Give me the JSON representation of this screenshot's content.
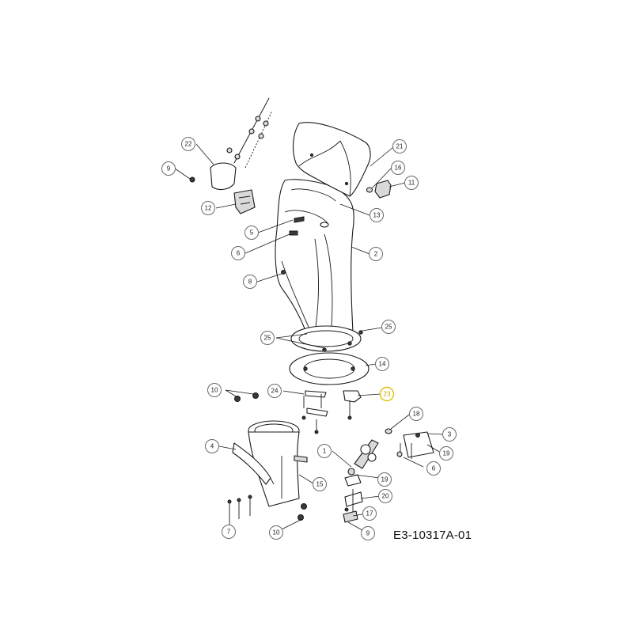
{
  "drawing_code": "E3-10317A-01",
  "callouts": [
    {
      "id": "c22",
      "label": "22",
      "highlight": false
    },
    {
      "id": "c9a",
      "label": "9",
      "highlight": false
    },
    {
      "id": "c12",
      "label": "12",
      "highlight": false
    },
    {
      "id": "c5",
      "label": "5",
      "highlight": false
    },
    {
      "id": "c6a",
      "label": "6",
      "highlight": false
    },
    {
      "id": "c8",
      "label": "8",
      "highlight": false
    },
    {
      "id": "c21",
      "label": "21",
      "highlight": false
    },
    {
      "id": "c16",
      "label": "16",
      "highlight": false
    },
    {
      "id": "c11",
      "label": "11",
      "highlight": false
    },
    {
      "id": "c13",
      "label": "13",
      "highlight": false
    },
    {
      "id": "c2",
      "label": "2",
      "highlight": false
    },
    {
      "id": "c25a",
      "label": "25",
      "highlight": false
    },
    {
      "id": "c25b",
      "label": "25",
      "highlight": false
    },
    {
      "id": "c14",
      "label": "14",
      "highlight": false
    },
    {
      "id": "c10a",
      "label": "10",
      "highlight": false
    },
    {
      "id": "c24",
      "label": "24",
      "highlight": false
    },
    {
      "id": "c23",
      "label": "23",
      "highlight": true
    },
    {
      "id": "c18",
      "label": "18",
      "highlight": false
    },
    {
      "id": "c3",
      "label": "3",
      "highlight": false
    },
    {
      "id": "c19a",
      "label": "19",
      "highlight": false
    },
    {
      "id": "c4",
      "label": "4",
      "highlight": false
    },
    {
      "id": "c1",
      "label": "1",
      "highlight": false
    },
    {
      "id": "c6b",
      "label": "6",
      "highlight": false
    },
    {
      "id": "c19b",
      "label": "19",
      "highlight": false
    },
    {
      "id": "c15",
      "label": "15",
      "highlight": false
    },
    {
      "id": "c20",
      "label": "20",
      "highlight": false
    },
    {
      "id": "c7",
      "label": "7",
      "highlight": false
    },
    {
      "id": "c17",
      "label": "17",
      "highlight": false
    },
    {
      "id": "c10b",
      "label": "10",
      "highlight": false
    },
    {
      "id": "c9b",
      "label": "9",
      "highlight": false
    }
  ]
}
